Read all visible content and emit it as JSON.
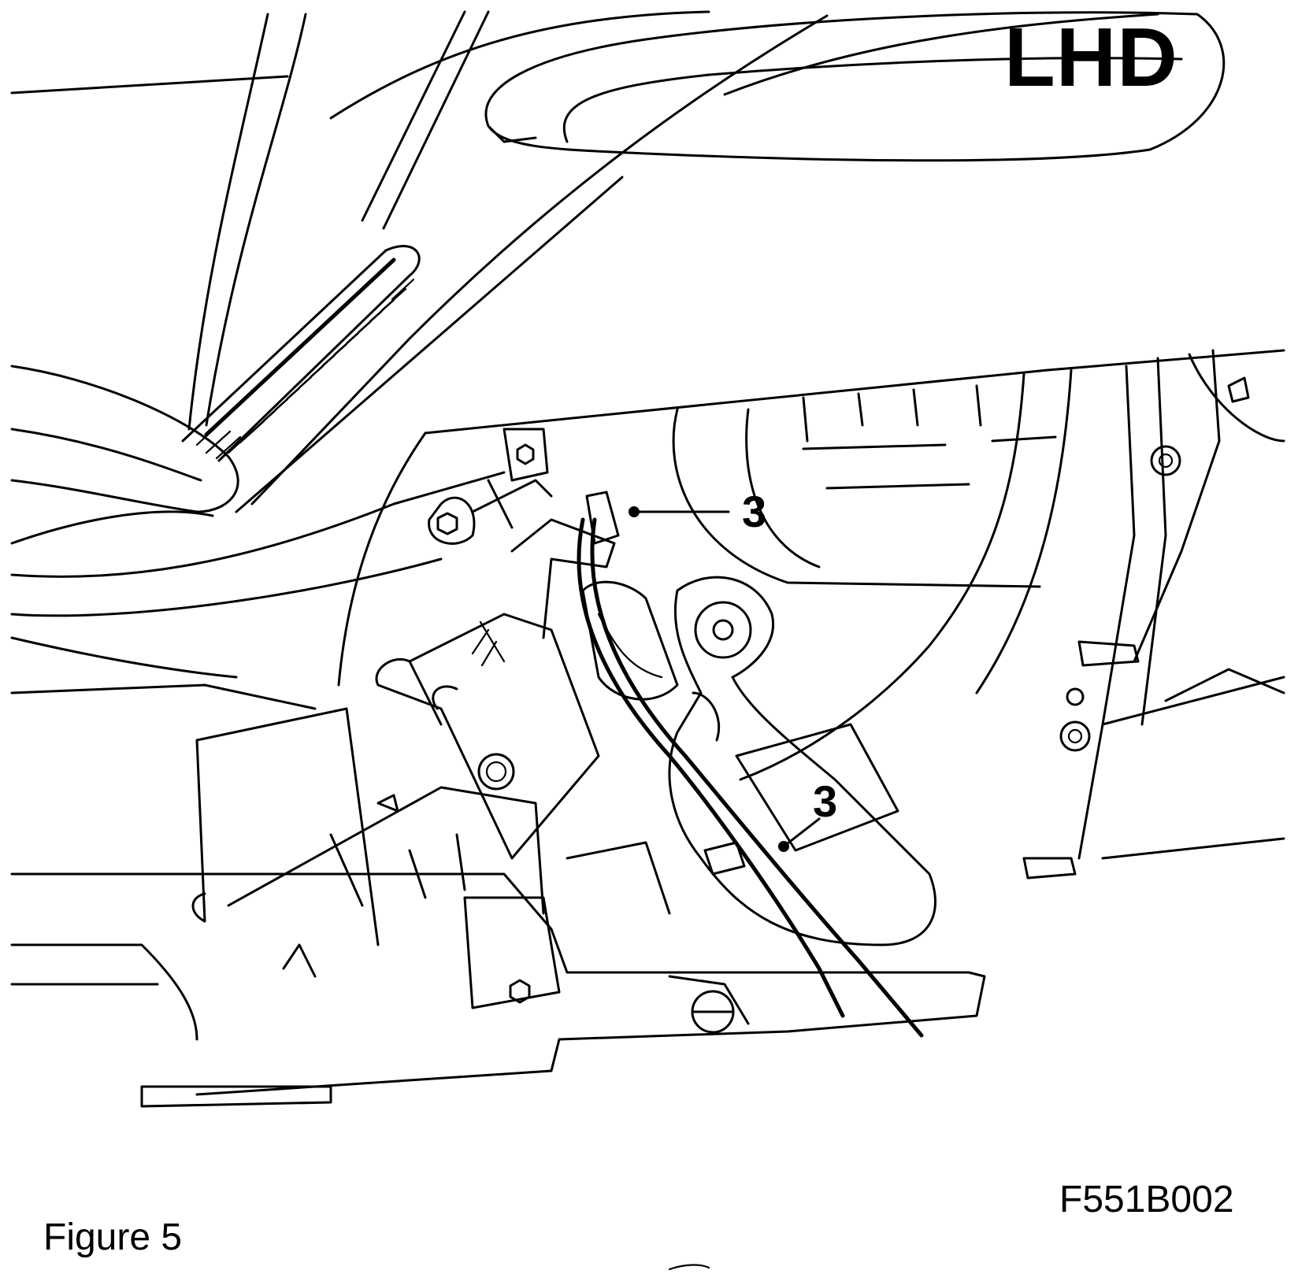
{
  "labels": {
    "drive_side": "LHD",
    "figure_caption": "Figure 5",
    "figure_code": "F551B002"
  },
  "callouts": [
    {
      "text": "3"
    },
    {
      "text": "3"
    }
  ]
}
